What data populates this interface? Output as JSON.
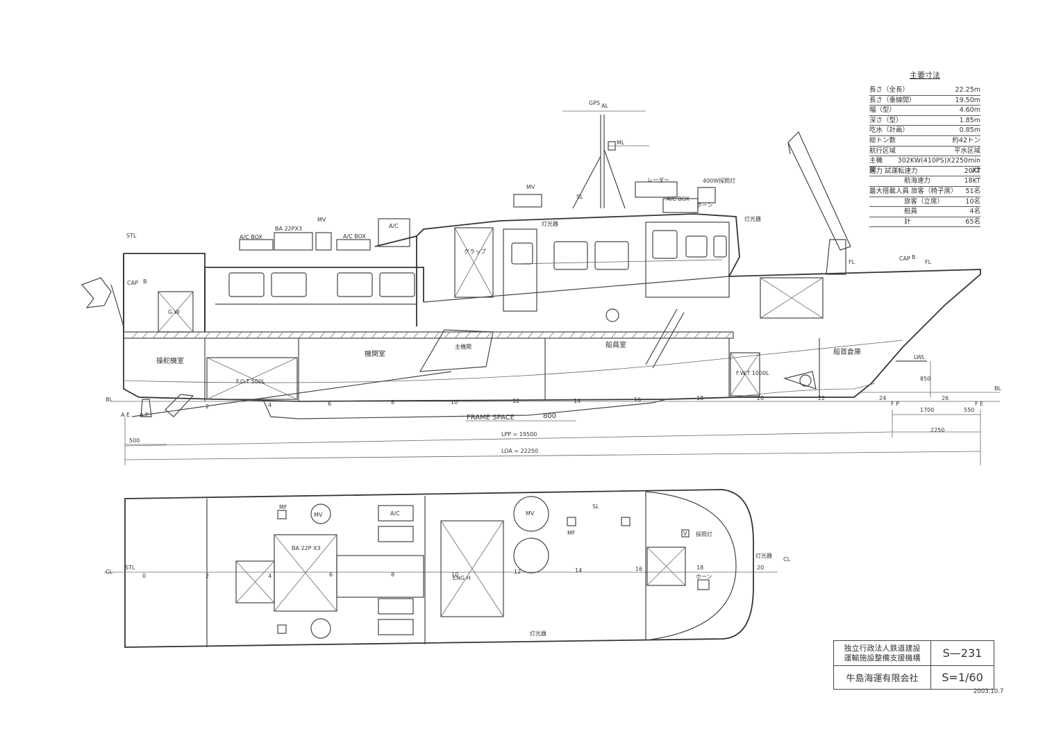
{
  "spec_table": {
    "title": "主要寸法",
    "rows": [
      {
        "label": "長さ（全長）",
        "value": "22.25m"
      },
      {
        "label": "長さ（垂線間）",
        "value": "19.50m"
      },
      {
        "label": "幅（型）",
        "value": "4.60m"
      },
      {
        "label": "深さ（型）",
        "value": "1.85m"
      },
      {
        "label": "吃水（計画）",
        "value": "0.85m"
      },
      {
        "label": "総トン数",
        "value": "約42トン"
      },
      {
        "label": "航行区域",
        "value": "平水区域"
      },
      {
        "label": "主機関",
        "value": "302KW(410PS)X2250min X2"
      },
      {
        "label": "速力",
        "sub": "試運転速力",
        "value": "20KT"
      },
      {
        "label": "",
        "sub": "航海速力",
        "value": "18KT"
      },
      {
        "label": "最大搭載人員",
        "sub": "旅客（椅子席）",
        "value": "51名"
      },
      {
        "label": "",
        "sub": "旅客（立席）",
        "value": "10名"
      },
      {
        "label": "",
        "sub": "船員",
        "value": "4名"
      },
      {
        "label": "",
        "sub": "計",
        "value": "65名"
      }
    ]
  },
  "profile_labels": {
    "gps": "GPS",
    "al": "AL",
    "ml": "ML",
    "mv_top": "MV",
    "sl": "SL",
    "radar": "レーダー",
    "searchlight": "400W探照灯",
    "horn": "ホーン",
    "ac_box_top": "A/C BOX",
    "ac_box_1": "A/C BOX",
    "ac_box_2": "A/C BOX",
    "ba": "BA 22PX3",
    "mv": "MV",
    "ac": "A/C",
    "stl": "STL",
    "cap": "CAP",
    "b": "B",
    "gw": "G W",
    "grab": "グラップ",
    "flood_light": "灯光器",
    "mast_light": "灯光器",
    "fl": "FL",
    "cap_bow": "CAP",
    "b_bow": "B",
    "fl_bow": "FL",
    "steering_room": "操舵機室",
    "fot": "F.O.T 500L",
    "engine_room": "機関室",
    "main_engine": "主機関",
    "crew_room": "船員室",
    "fwt": "F.W.T 1000L",
    "fore_store": "船首倉庫",
    "lwl": "LWL",
    "dim_850": "850",
    "bl_left": "BL",
    "bl_right": "BL",
    "ae": "A E",
    "ap": "A P",
    "fp": "F P",
    "fe": "F E",
    "frame_space": "FRAME SPACE",
    "frame_space_value": "800",
    "dim_1700": "1700",
    "dim_550": "550",
    "dim_500": "500",
    "lpp": "LPP = 19500",
    "dim_2250": "2250",
    "loa": "LOA = 22250",
    "frame_numbers": [
      "2",
      "4",
      "6",
      "8",
      "10",
      "12",
      "14",
      "16",
      "18",
      "20",
      "22",
      "24",
      "26"
    ]
  },
  "plan_labels": {
    "cl_left": "CL",
    "cl_right": "CL",
    "stl": "STL",
    "mv": "MV",
    "mf": "MF",
    "ba": "BA 22P X3",
    "ac": "A/C",
    "eng_h": "ENG H",
    "sl": "SL",
    "mv2": "MV",
    "mf2": "MF",
    "v": "V",
    "flood_light": "探照灯",
    "horn": "ホーン",
    "bow_light": "灯光器",
    "stern_light": "灯光器",
    "frame_numbers": [
      "0",
      "2",
      "4",
      "6",
      "8",
      "10",
      "12",
      "14",
      "16",
      "18",
      "20"
    ]
  },
  "title_block": {
    "org_line1": "独立行政法人鉄道建設",
    "org_line2": "運輸施設整備支援機構",
    "drawing_no": "S—231",
    "owner": "牛島海運有限会社",
    "scale": "S=1/60",
    "date": "2003.10.7"
  }
}
